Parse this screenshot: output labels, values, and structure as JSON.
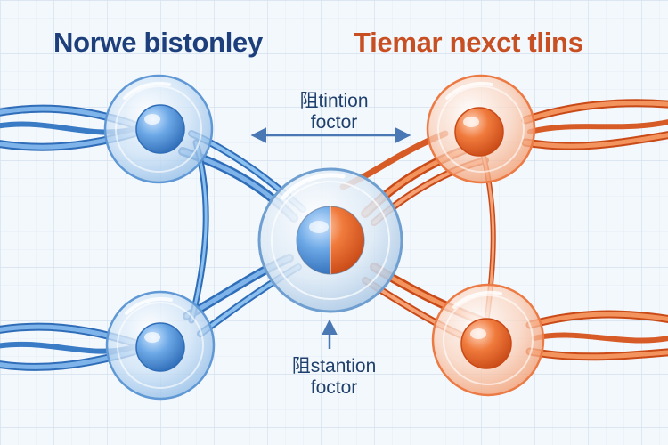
{
  "titles": {
    "left": "Norwe bistonley",
    "right": "Tiemar nexct tlins"
  },
  "labels": {
    "top": {
      "line1": "阻tintion",
      "line2": "foctor"
    },
    "bottom": {
      "line1": "阻stantion",
      "line2": "foctor"
    }
  },
  "colors": {
    "left_theme": "#4a8fd4",
    "right_theme": "#e8622e",
    "title_left": "#1d3f7c",
    "title_right": "#c84f22",
    "label_text": "#1f3f6c",
    "arrow": "#4a78b5",
    "background": "#f3f8fd",
    "grid": "#d5e2ef"
  },
  "nodes": [
    {
      "id": "top-left-node",
      "theme": "blue"
    },
    {
      "id": "bottom-left-node",
      "theme": "blue"
    },
    {
      "id": "top-right-node",
      "theme": "orange"
    },
    {
      "id": "bottom-right-node",
      "theme": "orange"
    },
    {
      "id": "center-node",
      "theme": "split"
    }
  ],
  "arrows": [
    {
      "id": "horizontal-double-arrow",
      "direction": "left-right"
    },
    {
      "id": "vertical-up-arrow",
      "direction": "up"
    }
  ]
}
